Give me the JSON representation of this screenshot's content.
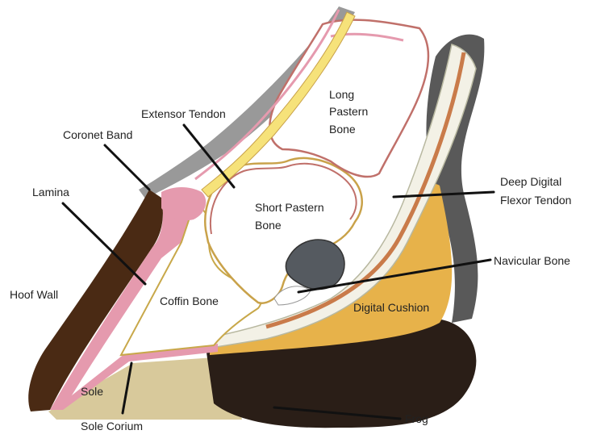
{
  "labels": {
    "coronet_band": "Coronet Band",
    "extensor_tendon": "Extensor Tendon",
    "lamina": "Lamina",
    "hoof_wall": "Hoof Wall",
    "long_pastern_bone": [
      "Long",
      "Pastern",
      "Bone"
    ],
    "short_pastern_bone": [
      "Short Pastern",
      "Bone"
    ],
    "coffin_bone": "Coffin Bone",
    "deep_digital_flexor_tendon": [
      "Deep Digital",
      "Flexor Tendon"
    ],
    "navicular_bone": "Navicular Bone",
    "digital_cushion": "Digital Cushion",
    "sole": "Sole",
    "sole_corium": "Sole Corium",
    "frog": "Frog"
  }
}
